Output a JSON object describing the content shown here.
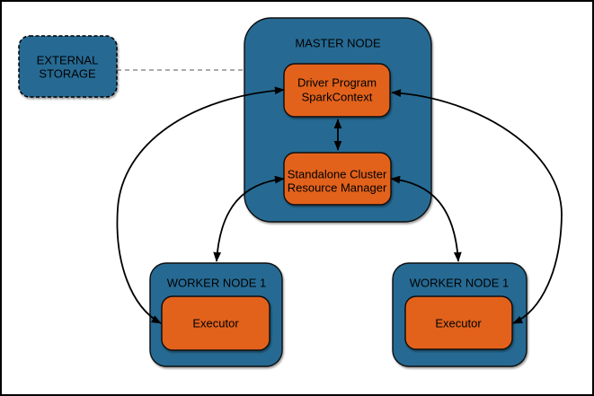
{
  "colors": {
    "node_blue": "#266B93",
    "process_orange": "#E2621B",
    "edge_black": "#000000",
    "dashed_gray": "#8F8F8F",
    "background": "#FFFFFF",
    "text": "#000000"
  },
  "external_storage": {
    "lines": [
      "EXTERNAL",
      "STORAGE"
    ]
  },
  "master_node": {
    "label": "MASTER NODE",
    "driver": {
      "lines": [
        "Driver Program",
        "SparkContext"
      ]
    },
    "resource_manager": {
      "lines": [
        "Standalone Cluster",
        "Resource Manager"
      ]
    }
  },
  "workers": [
    {
      "label": "WORKER NODE 1",
      "executor_label": "Executor"
    },
    {
      "label": "WORKER NODE 1",
      "executor_label": "Executor"
    }
  ],
  "edges": [
    {
      "from": "EXTERNAL STORAGE",
      "to": "MASTER NODE",
      "style": "dashed",
      "arrows": "none"
    },
    {
      "from": "Driver Program SparkContext",
      "to": "Standalone Cluster Resource Manager",
      "style": "solid",
      "arrows": "both"
    },
    {
      "from": "Driver Program SparkContext",
      "to": "Executor (left worker)",
      "style": "solid",
      "arrows": "both"
    },
    {
      "from": "Driver Program SparkContext",
      "to": "Executor (right worker)",
      "style": "solid",
      "arrows": "both"
    },
    {
      "from": "Standalone Cluster Resource Manager",
      "to": "WORKER NODE 1 (left)",
      "style": "solid",
      "arrows": "both"
    },
    {
      "from": "Standalone Cluster Resource Manager",
      "to": "WORKER NODE 1 (right)",
      "style": "solid",
      "arrows": "both"
    }
  ]
}
